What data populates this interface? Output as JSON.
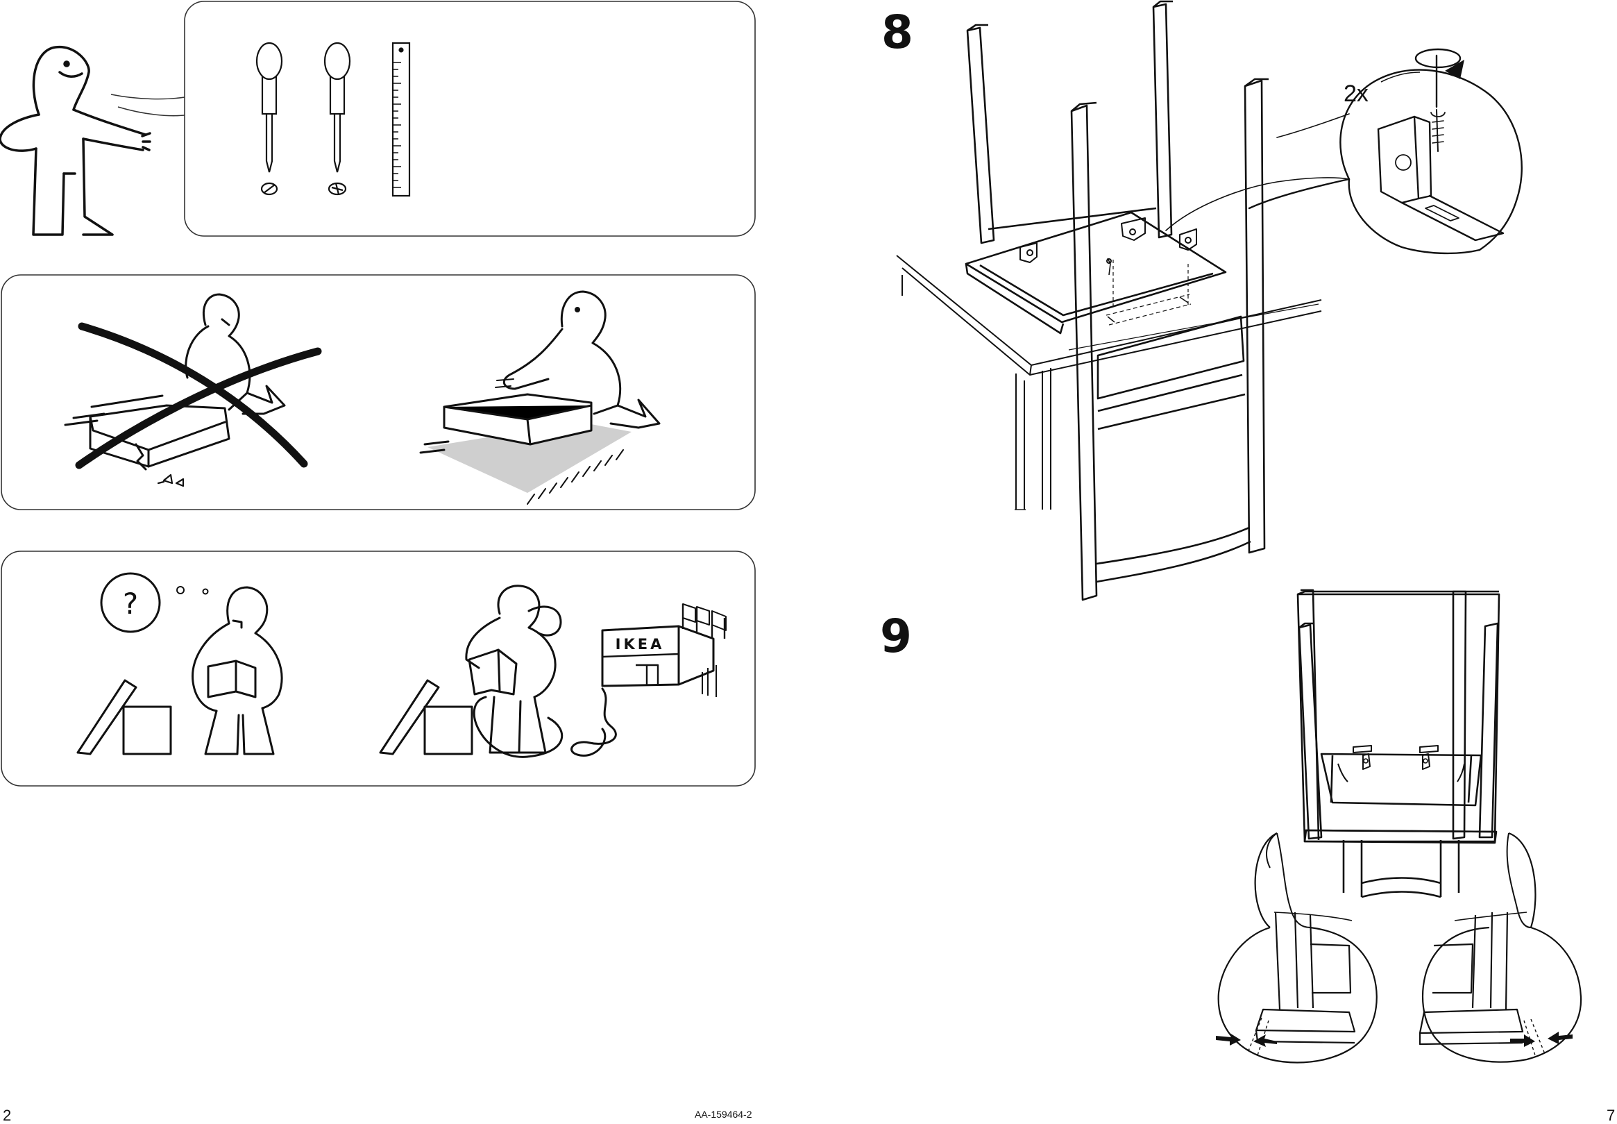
{
  "steps": {
    "step_8": "8",
    "step_9": "9"
  },
  "screw_count_label": "2x",
  "store_sign": "IKEA",
  "help_bubble": "?",
  "footer": {
    "left_page": "2",
    "document_code": "AA-159464-2",
    "right_page": "7"
  },
  "icons": {
    "tools": [
      "flat-screwdriver-icon",
      "phillips-screwdriver-icon",
      "ruler-icon"
    ],
    "arrows": [
      "rotate-arrow-icon",
      "push-arrow-icon"
    ]
  },
  "colors": {
    "ink": "#111111",
    "rug_gray": "#cfcfcf",
    "panel_border": "#333333"
  }
}
